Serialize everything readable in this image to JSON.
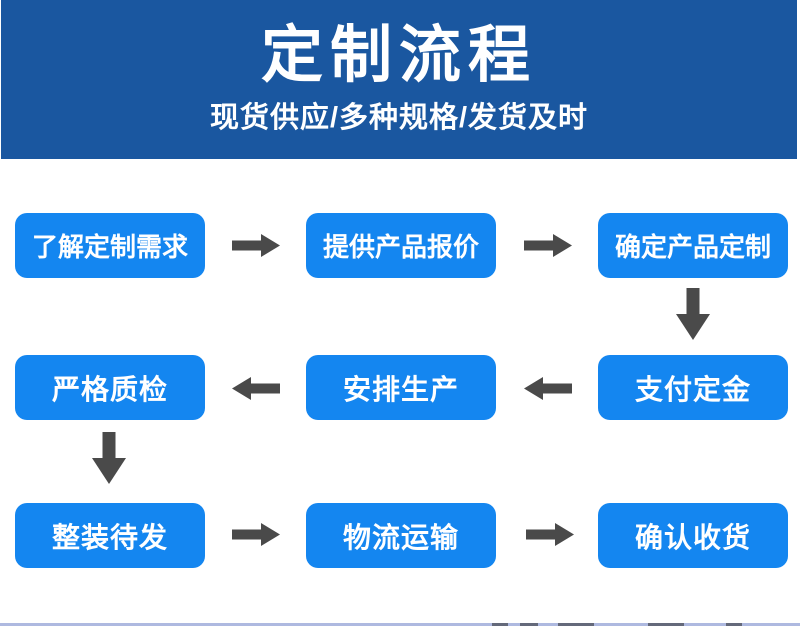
{
  "header": {
    "title": "定制流程",
    "subtitle": "现货供应/多种规格/发货及时"
  },
  "flow": {
    "steps": [
      {
        "order": 1,
        "label": "了解定制需求"
      },
      {
        "order": 2,
        "label": "提供产品报价"
      },
      {
        "order": 3,
        "label": "确定产品定制"
      },
      {
        "order": 4,
        "label": "支付定金"
      },
      {
        "order": 5,
        "label": "安排生产"
      },
      {
        "order": 6,
        "label": "严格质检"
      },
      {
        "order": 7,
        "label": "整装待发"
      },
      {
        "order": 8,
        "label": "物流运输"
      },
      {
        "order": 9,
        "label": "确认收货"
      }
    ]
  },
  "colors": {
    "header_blue": "#1a57a0",
    "box_blue": "#1486f0",
    "arrow_gray": "#4a4a4a",
    "text_white": "#ffffff",
    "bottom_edge_blue": "#aeb9e0"
  }
}
